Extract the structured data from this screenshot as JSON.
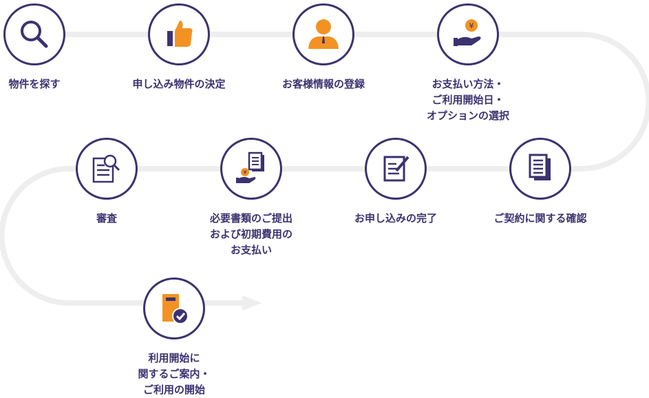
{
  "colors": {
    "primary": "#3b3270",
    "accent": "#f39223",
    "track": "#eeeeee"
  },
  "steps": [
    {
      "label": "物件を探す",
      "icon": "magnifier-icon"
    },
    {
      "label": "申し込み物件の決定",
      "icon": "thumbs-up-icon"
    },
    {
      "label": "お客様情報の登録",
      "icon": "person-icon"
    },
    {
      "label": "お支払い方法・\nご利用開始日・\nオプションの選択",
      "icon": "hand-yen-icon"
    },
    {
      "label": "ご契約に関する確認",
      "icon": "documents-icon"
    },
    {
      "label": "お申し込みの完了",
      "icon": "document-pen-icon"
    },
    {
      "label": "必要書類のご提出\nおよび初期費用の\nお支払い",
      "icon": "document-hand-yen-icon"
    },
    {
      "label": "審査",
      "icon": "document-search-icon"
    },
    {
      "label": "利用開始に\n関するご案内・\nご利用の開始",
      "icon": "door-check-icon"
    }
  ]
}
